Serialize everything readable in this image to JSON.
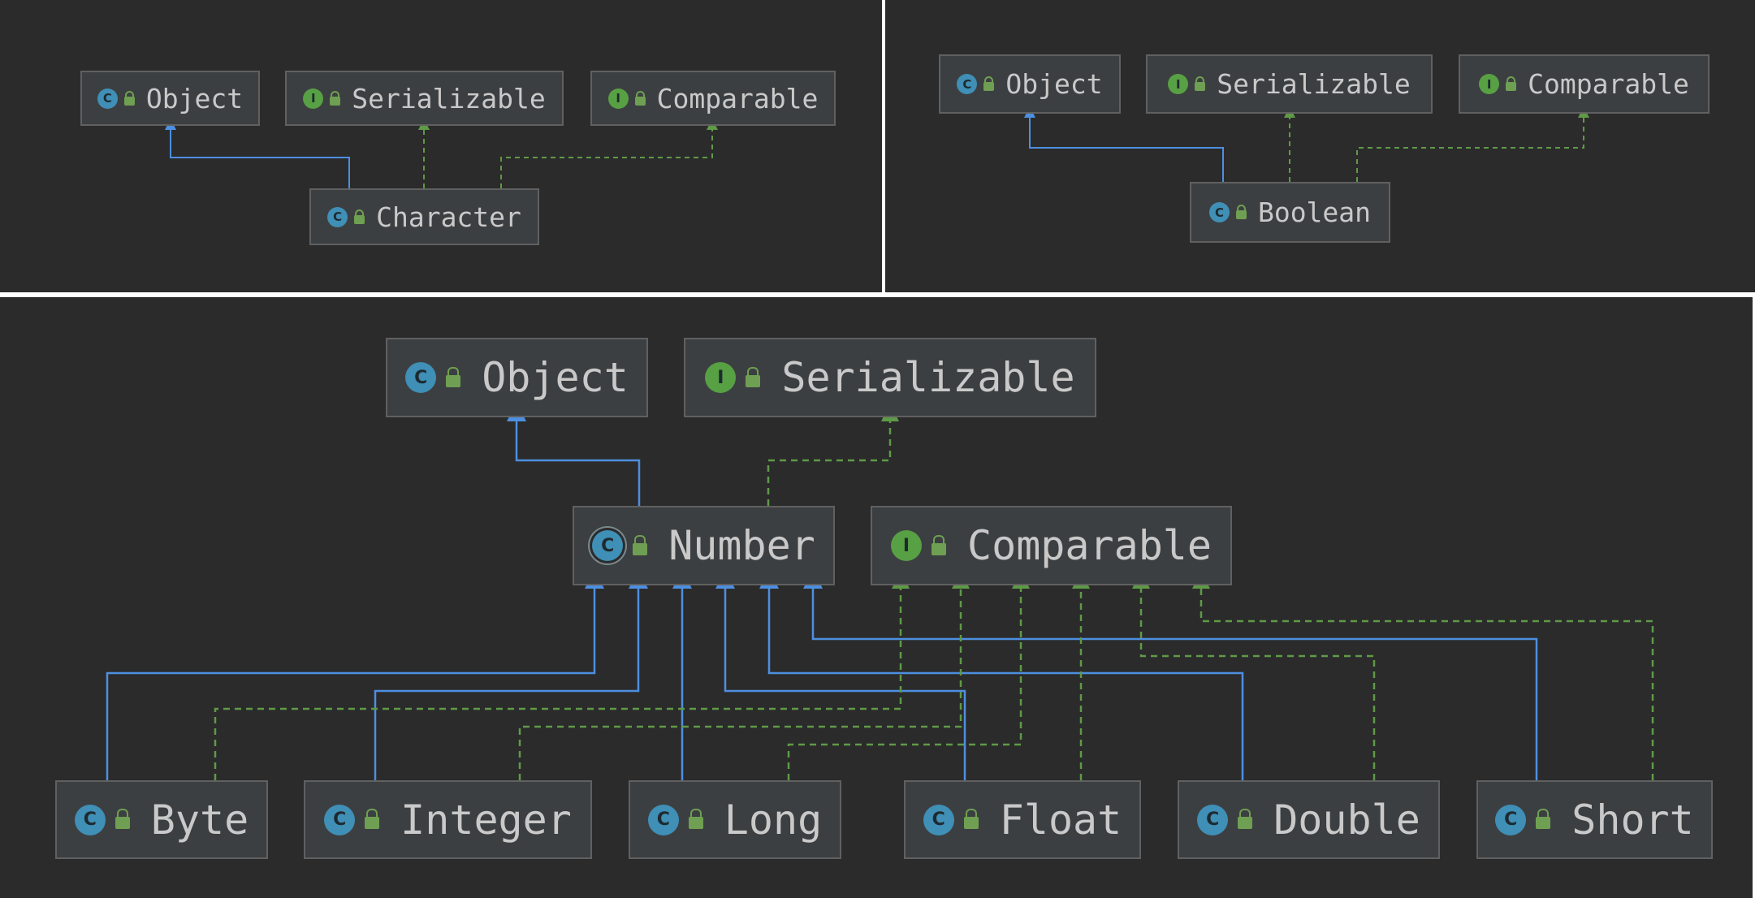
{
  "diagrams": {
    "character": {
      "nodes": {
        "object": {
          "label": "Object",
          "kind": "class-icon"
        },
        "serializable": {
          "label": "Serializable",
          "kind": "interface-icon"
        },
        "comparable": {
          "label": "Comparable",
          "kind": "interface-icon"
        },
        "character": {
          "label": "Character",
          "kind": "class-icon"
        }
      }
    },
    "boolean": {
      "nodes": {
        "object": {
          "label": "Object",
          "kind": "class-icon"
        },
        "serializable": {
          "label": "Serializable",
          "kind": "interface-icon"
        },
        "comparable": {
          "label": "Comparable",
          "kind": "interface-icon"
        },
        "boolean": {
          "label": "Boolean",
          "kind": "class-icon"
        }
      }
    },
    "number": {
      "nodes": {
        "object": {
          "label": "Object",
          "kind": "class-icon"
        },
        "serializable": {
          "label": "Serializable",
          "kind": "interface-icon"
        },
        "number": {
          "label": "Number",
          "kind": "abstract-class-icon"
        },
        "comparable": {
          "label": "Comparable",
          "kind": "interface-icon"
        },
        "byte": {
          "label": "Byte",
          "kind": "class-icon"
        },
        "integer": {
          "label": "Integer",
          "kind": "class-icon"
        },
        "long": {
          "label": "Long",
          "kind": "class-icon"
        },
        "float": {
          "label": "Float",
          "kind": "class-icon"
        },
        "double": {
          "label": "Double",
          "kind": "class-icon"
        },
        "short": {
          "label": "Short",
          "kind": "class-icon"
        }
      }
    }
  },
  "icons": {
    "class_letter": "C",
    "interface_letter": "I",
    "visibility": "lock-icon"
  },
  "colors": {
    "background": "#2b2b2b",
    "node_fill": "#3c3f41",
    "node_border": "#606060",
    "text": "#c9c9c9",
    "extends_edge": "#4d8fe0",
    "implements_edge": "#5f9a47",
    "class_icon": "#3f8fb6",
    "interface_icon": "#58a044"
  }
}
